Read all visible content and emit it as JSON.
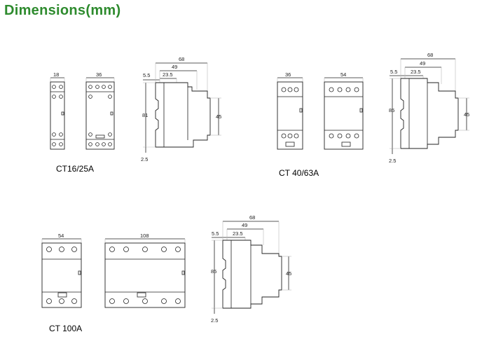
{
  "page": {
    "title": "Dimensions(mm)",
    "title_color": "#2e8b2e"
  },
  "groups": {
    "ct16": {
      "caption": "CT16/25A",
      "front_narrow_width": "18",
      "front_wide_width": "36",
      "side": {
        "total": "68",
        "mid": "49",
        "inner": "23.5",
        "offset": "5.5",
        "height": "81",
        "rail": "45",
        "bottom": "2.5"
      }
    },
    "ct40": {
      "caption": "CT 40/63A",
      "front_narrow_width": "36",
      "front_wide_width": "54",
      "side": {
        "total": "68",
        "mid": "49",
        "inner": "23.5",
        "offset": "5.5",
        "height": "85",
        "rail": "45",
        "bottom": "2.5"
      }
    },
    "ct100": {
      "caption": "CT 100A",
      "front_narrow_width": "54",
      "front_wide_width": "108",
      "side": {
        "total": "68",
        "mid": "49",
        "inner": "23.5",
        "offset": "5.5",
        "height": "85",
        "rail": "45",
        "bottom": "2.5"
      }
    }
  }
}
